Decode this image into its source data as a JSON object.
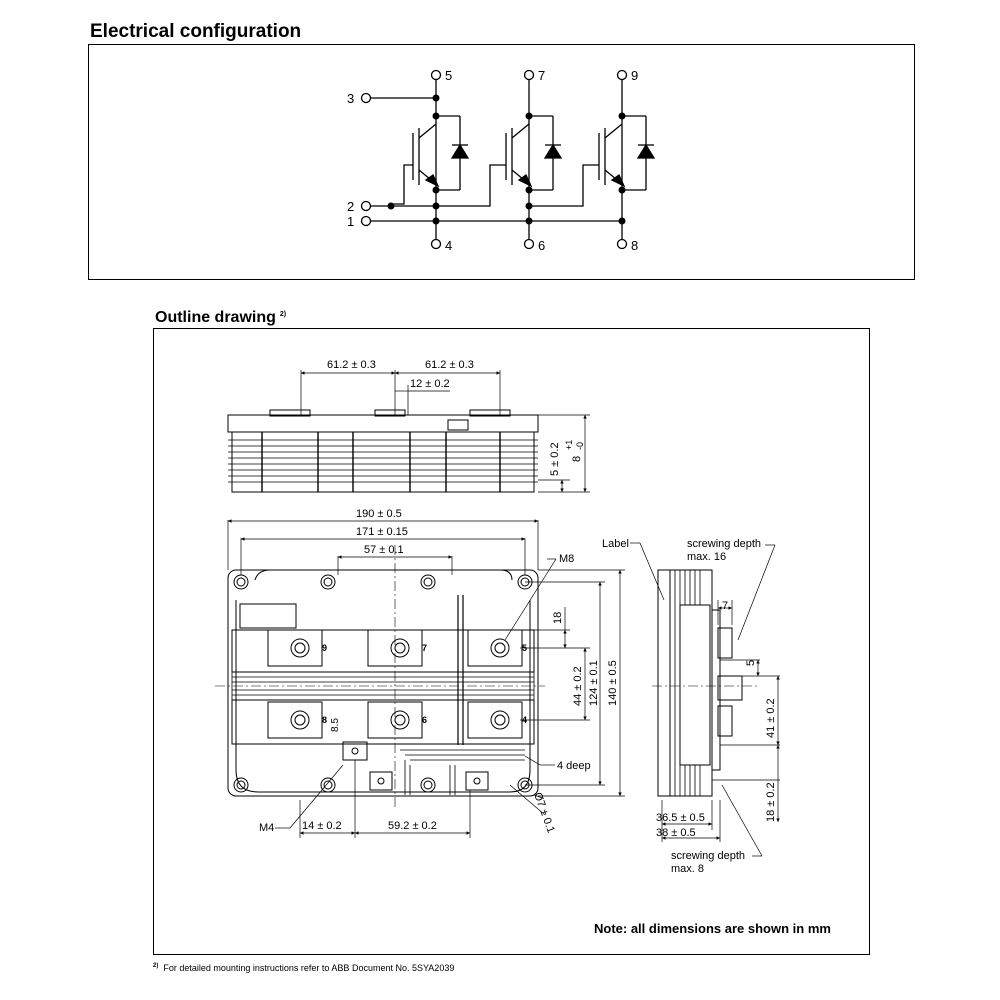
{
  "titles": {
    "electrical": "Electrical configuration",
    "outline": "Outline drawing",
    "outline_note_ref": "2)"
  },
  "schematic": {
    "terminals": {
      "t1": "1",
      "t2": "2",
      "t3": "3",
      "t4": "4",
      "t5": "5",
      "t6": "6",
      "t7": "7",
      "t8": "8",
      "t9": "9"
    }
  },
  "drawing": {
    "top_view": {
      "d1": "61.2 ± 0.3",
      "d2": "61.2 ± 0.3",
      "d3": "12 ± 0.2",
      "d4": "5 ± 0.2",
      "d5a": "8",
      "d5b": "+1",
      "d5c": "-0"
    },
    "front_view": {
      "width_outer": "190 ± 0.5",
      "width_holes": "171 ± 0.15",
      "center_pitch": "57 ± 0.1",
      "m8": "M8",
      "m4": "M4",
      "d18": "18",
      "d44": "44 ± 0.2",
      "d124": "124 ± 0.1",
      "d140": "140 ± 0.5",
      "d14": "14 ± 0.2",
      "d59": "59.2 ± 0.2",
      "deep": "4 deep",
      "hole": "Ø7 ± 0.1",
      "d85": "8.5",
      "terminal_labels": {
        "l9": "9",
        "l7": "7",
        "l5": "5",
        "l8": "8",
        "l6": "6",
        "l4": "4"
      }
    },
    "side_view": {
      "label": "Label",
      "screw16_a": "screwing depth",
      "screw16_b": "max. 16",
      "screw8_a": "screwing depth",
      "screw8_b": "max. 8",
      "d7": "7",
      "d5": "5",
      "d41": "41 ± 0.2",
      "d18": "18 ± 0.2",
      "d365": "36.5 ± 0.5",
      "d38": "38 ± 0.5"
    }
  },
  "note": "Note: all dimensions are shown in mm",
  "footnote": {
    "mark": "2)",
    "text": "For detailed mounting instructions refer to ABB Document No. 5SYA2039"
  }
}
